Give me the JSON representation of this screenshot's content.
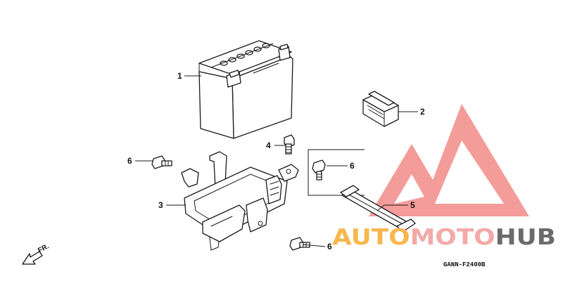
{
  "callouts": {
    "battery": "1",
    "cover": "2",
    "box": "3",
    "bolt_top": "4",
    "bolt_left": "6",
    "bolt_inset": "6",
    "band": "5",
    "bolt_bottom": "6"
  },
  "direction_label": "FR.",
  "diagram_code": "GANN-F2400B",
  "watermark": {
    "part_a": "AUTO",
    "part_b": "MOTO",
    "part_c": "HUB",
    "color_a": "#f6b74c",
    "color_b": "#f3aaa8",
    "color_c": "#6b6b6b",
    "logo_color": "#f28b87"
  }
}
